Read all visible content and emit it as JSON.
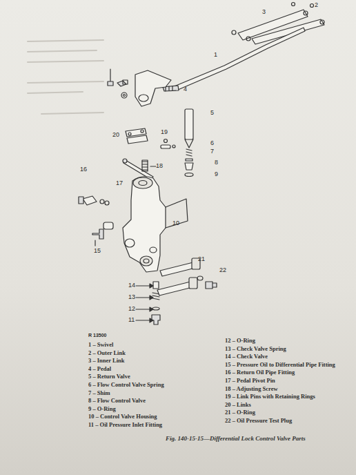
{
  "diagram": {
    "caption": "Fig. 140-15-15—Differential Lock Control Valve Parts",
    "labels": [
      "R 13500",
      "1",
      "2",
      "3",
      "4",
      "5",
      "6",
      "7",
      "8",
      "9",
      "10",
      "11",
      "12",
      "13",
      "14",
      "15",
      "16",
      "17",
      "18",
      "19",
      "20",
      "21",
      "22",
      "1 – Swivel",
      "2 – Outer Link",
      "3 – Inner Link",
      "4 – Pedal",
      "5 – Return Valve",
      "6 – Flow Control Valve Spring",
      "7 – Shim",
      "8 – Flow Control Valve",
      "9 – O-Ring",
      "10 – Control Valve Housing",
      "11 – Oil Pressure Inlet Fitting",
      "12 – O-Ring",
      "13 – Check Valve Spring",
      "14 – Check Valve",
      "15 – Pressure Oil to Differential Pipe Fitting",
      "16 – Return Oil Pipe Fitting",
      "17 – Pedal Pivot Pin",
      "18 – Adjusting Screw",
      "19 – Link Pins with Retaining Rings",
      "20 – Links",
      "21 – O-Ring",
      "22 – Oil Pressure Test Plug"
    ]
  }
}
